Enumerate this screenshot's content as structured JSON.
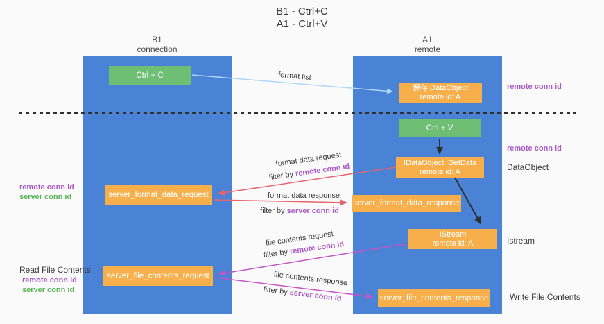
{
  "title": {
    "line1": "B1 - Ctrl+C",
    "line2": "A1 - Ctrl+V"
  },
  "lifelines": {
    "left": {
      "title": "B1",
      "subtitle": "connection"
    },
    "right": {
      "title": "A1",
      "subtitle": "remote"
    }
  },
  "nodes": {
    "ctrl_c": {
      "label": "Ctrl + C"
    },
    "ctrl_v": {
      "label": "Ctrl + V"
    },
    "save_dataobject": {
      "line1": "保存IDataObject",
      "line2": "remote id: A"
    },
    "getdata": {
      "line1": "IDataObject::GetData",
      "line2": "remote id: A"
    },
    "istream": {
      "line1": "IStream",
      "line2": "remote id: A"
    },
    "server_format_data_request": {
      "label": "server_format_data_request"
    },
    "server_format_data_response": {
      "label": "server_format_data_response"
    },
    "server_file_contents_request": {
      "label": "server_file_contents_request"
    },
    "server_file_contents_response": {
      "label": "server_file_contents_response"
    }
  },
  "arrows": {
    "format_list": {
      "label": "format list"
    },
    "format_data_request": {
      "label": "format data request",
      "filter_prefix": "filter by",
      "filter_key": "remote conn id"
    },
    "format_data_response": {
      "label": "format data response",
      "filter_prefix": "filter by",
      "filter_key": "server conn id"
    },
    "file_contents_request": {
      "label": "file contents request",
      "filter_prefix": "filter by",
      "filter_key": "remote conn id"
    },
    "file_contents_response": {
      "label": "file contents response",
      "filter_prefix": "filter by",
      "filter_key": "server conn id"
    }
  },
  "annotations": {
    "right_remote_conn_id_top": "remote conn id",
    "right_remote_conn_id_mid": "remote conn id",
    "dataobject": "DataObject",
    "istream": "Istream",
    "write_file_contents": "Write File Contents",
    "read_file_contents": "Read File Contents",
    "left_remote_conn_id_mid": "remote conn id",
    "left_server_conn_id_mid": "server conn id",
    "left_remote_conn_id_bottom": "remote conn id",
    "left_server_conn_id_bottom": "server conn id"
  },
  "colors": {
    "lifeline_blue": "#4a82d6",
    "node_orange": "#f7af4c",
    "node_green": "#6ebe73",
    "arrow_light_blue": "#aed7f5",
    "arrow_red": "#e7646e",
    "arrow_magenta": "#c354c3",
    "arrow_black": "#2d2d2d",
    "conn_id_purple": "#a95ac9",
    "conn_id_green": "#55b455"
  }
}
